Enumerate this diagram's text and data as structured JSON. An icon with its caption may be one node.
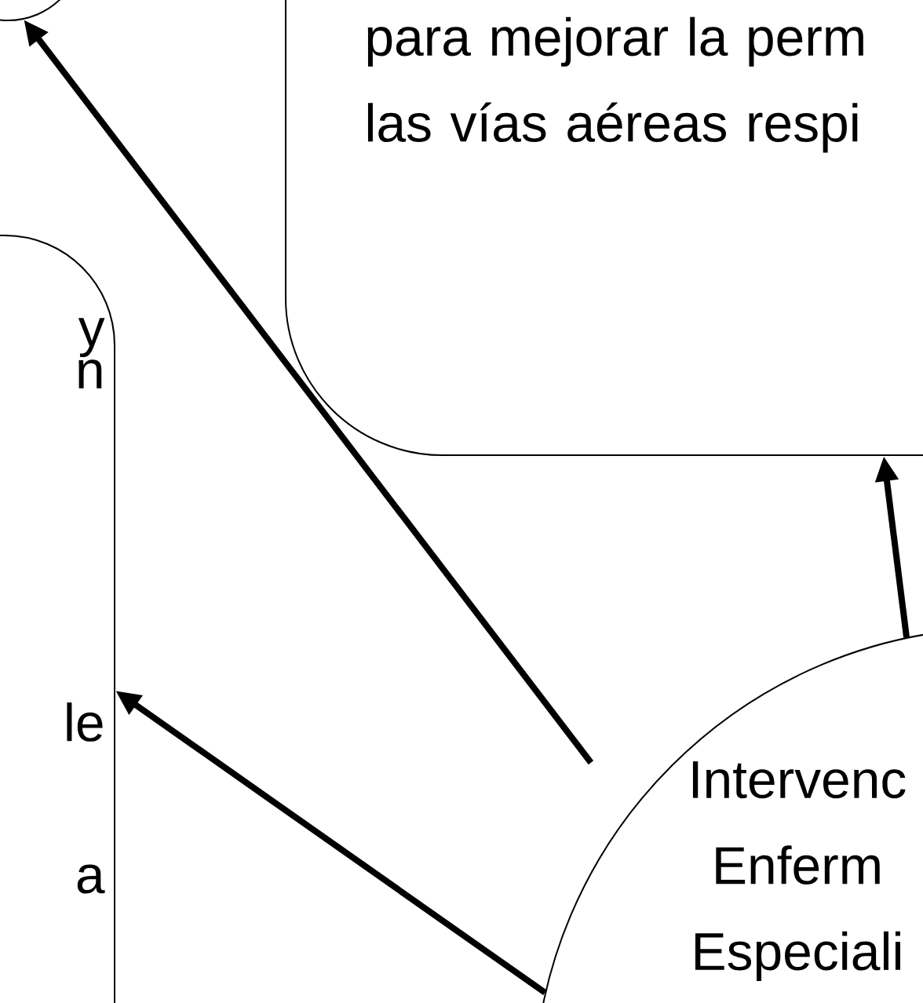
{
  "diagram": {
    "nodes": [
      {
        "text": [],
        "shape": "circle"
      },
      {
        "text": [
          "para mejorar  la perm las vías  aéreas respi"
        ]
      },
      {
        "text": [
          "y n",
          "le",
          "a"
        ]
      },
      {
        "text": [
          "Intervenc Enferm Especiali"
        ]
      }
    ],
    "edges": [
      {
        "from": 3,
        "to": 0,
        "arrow": "to"
      },
      {
        "from": 3,
        "to": 1,
        "arrow": "to"
      },
      {
        "from": 3,
        "to": 2,
        "arrow": "to"
      }
    ]
  }
}
